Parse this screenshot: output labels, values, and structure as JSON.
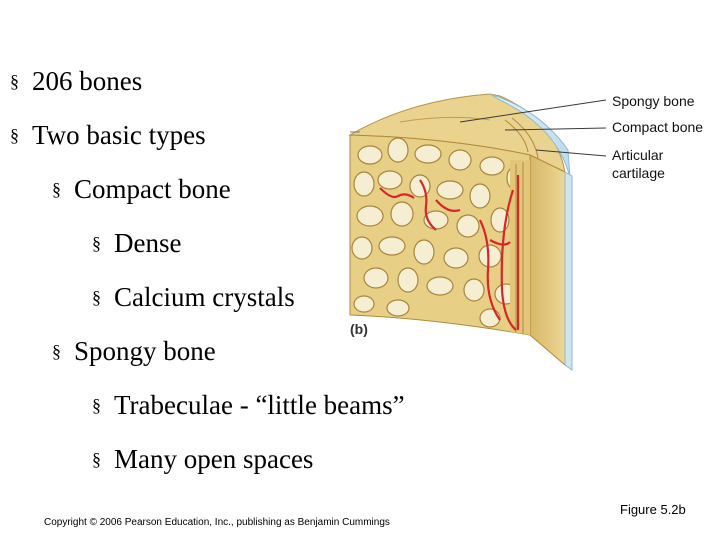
{
  "bullets": [
    {
      "text": "206 bones"
    },
    {
      "text": "Two basic types"
    },
    {
      "text": "Compact bone"
    },
    {
      "text": "Dense"
    },
    {
      "text": "Calcium crystals"
    },
    {
      "text": "Spongy bone"
    },
    {
      "text": "Trabeculae - “little beams”"
    },
    {
      "text": "Many open spaces"
    }
  ],
  "bullet_glyph": "§",
  "figure": {
    "labels": {
      "spongy": "Spongy bone",
      "compact": "Compact bone",
      "articular_1": "Articular",
      "articular_2": "cartilage",
      "panel": "(b)"
    },
    "colors": {
      "bone": "#e8cf86",
      "bone_dark": "#c9a24f",
      "cartilage": "#cfe6f2",
      "vessel": "#d9262b"
    }
  },
  "footer": {
    "copyright": "Copyright © 2006 Pearson Education, Inc., publishing as Benjamin Cummings",
    "figure_ref": "Figure 5.2b"
  }
}
